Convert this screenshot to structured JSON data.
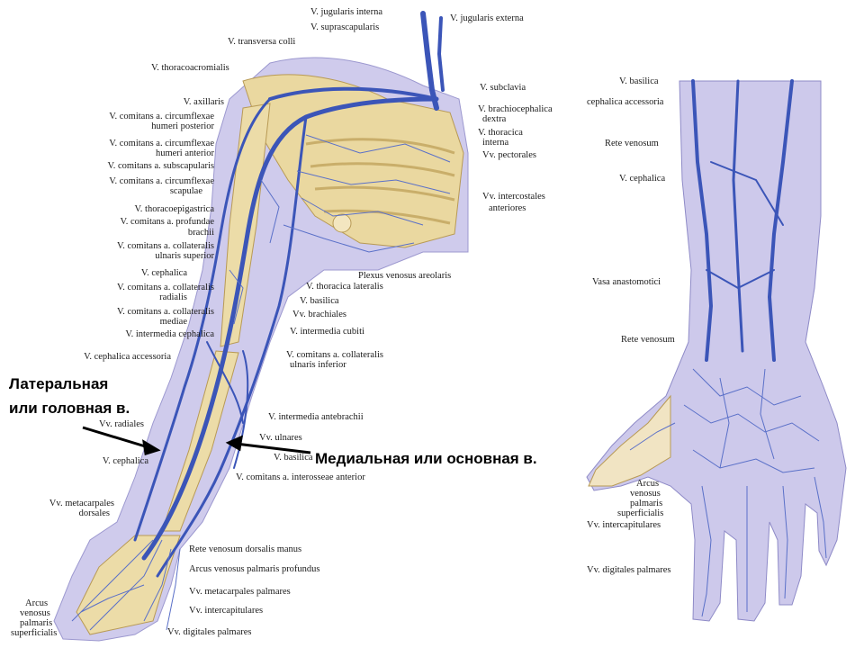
{
  "colors": {
    "vein": "#3b55b8",
    "vein_light": "#6f86d6",
    "bone": "#ead8a0",
    "skin": "#c8c4e8",
    "pointer": "#000000"
  },
  "russian": {
    "lateral_line1": "Латеральная",
    "lateral_line2": "или головная в.",
    "medial": "Медиальная или основная в."
  },
  "arm_top": [
    "V. jugularis interna",
    "V. jugularis externa",
    "V. suprascapularis",
    "V. transversa colli",
    "V. thoracoacromialis",
    "V. subclavia"
  ],
  "arm_left": [
    "V. axillaris",
    "V. comitans a. circumflexae",
    "humeri posterior",
    "V. comitans a. circumflexae",
    "humeri anterior",
    "V. comitans a. subscapularis",
    "V. comitans a. circumflexae",
    "scapulae",
    "V. thoracoepigastrica",
    "V. comitans a. profundae",
    "brachii",
    "V. comitans a. collateralis",
    "ulnaris superior",
    "V. cephalica",
    "V. comitans a. collateralis",
    "radialis",
    "V. comitans a. collateralis",
    "mediae",
    "V. intermedia cephalica",
    "V. cephalica accessoria",
    "Vv. radiales",
    "V. cephalica",
    "Vv. metacarpales",
    "dorsales",
    "Arcus",
    "venosus",
    "palmaris",
    "superficialis"
  ],
  "arm_right": [
    "V. brachiocephalica",
    "dextra",
    "V. thoracica",
    "interna",
    "Vv. pectorales",
    "Vv. intercostales",
    "anteriores",
    "Plexus venosus areolaris",
    "V. thoracica lateralis",
    "V. basilica",
    "Vv. brachiales",
    "V. intermedia cubiti",
    "V. comitans a. collateralis",
    "ulnaris inferior",
    "V. intermedia antebrachii",
    "Vv. ulnares",
    "V. basilica",
    "V. comitans a. interosseae anterior"
  ],
  "arm_bottom": [
    "Rete venosum dorsalis manus",
    "Arcus venosus palmaris profundus",
    "Vv. metacarpales palmares",
    "Vv. intercapitulares",
    "Vv. digitales palmares"
  ],
  "forearm_labels": [
    "V. basilica",
    "cephalica accessoria",
    "Rete venosum",
    "V. cephalica",
    "Vasa anastomotici",
    "Rete venosum",
    "Arcus",
    "venosus",
    "palmaris",
    "superficialis",
    "Vv. intercapitulares",
    "Vv. digitales palmares"
  ]
}
